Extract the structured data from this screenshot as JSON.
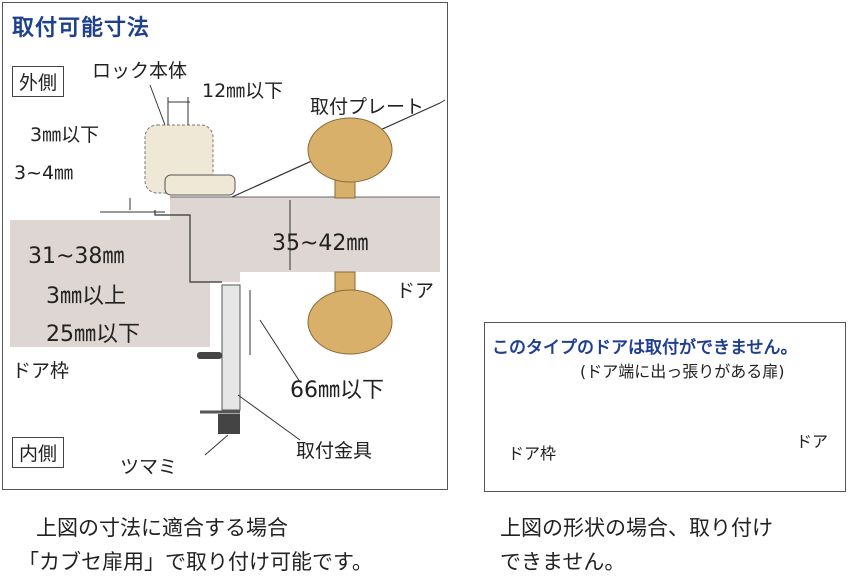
{
  "left_panel": {
    "title": "取付可能寸法",
    "outside_label": "外側",
    "inside_label": "内側",
    "lock_body": "ロック本体",
    "mount_plate": "取付プレート",
    "dim_12": "12㎜以下",
    "dim_3_below": "3㎜以下",
    "dim_3_4": "3~4㎜",
    "dim_31_38": "31~38㎜",
    "dim_3_above": "3㎜以上",
    "dim_25": "25㎜以下",
    "dim_35_42": "35~42㎜",
    "door": "ドア",
    "door_frame": "ドア枠",
    "dim_66": "66㎜以下",
    "knob": "ツマミ",
    "mount_bracket": "取付金具"
  },
  "right_panel": {
    "warning": "このタイプのドアは取付ができません。",
    "note": "(ドア端に出っ張りがある扉)",
    "door_frame": "ドア枠",
    "door": "ドア"
  },
  "captions": {
    "left_line1": "上図の寸法に適合する場合",
    "left_line2": "「カブセ扉用」で取り付け可能です。",
    "right_line1": "上図の形状の場合、取り付け",
    "right_line2": "できません。"
  },
  "colors": {
    "title_blue": "#1f3f8f",
    "door_gray": "#ddd6d2",
    "knob_tan": "#d9b06a",
    "lock_beige": "#efe8d6",
    "warning_red": "#e2141e"
  }
}
